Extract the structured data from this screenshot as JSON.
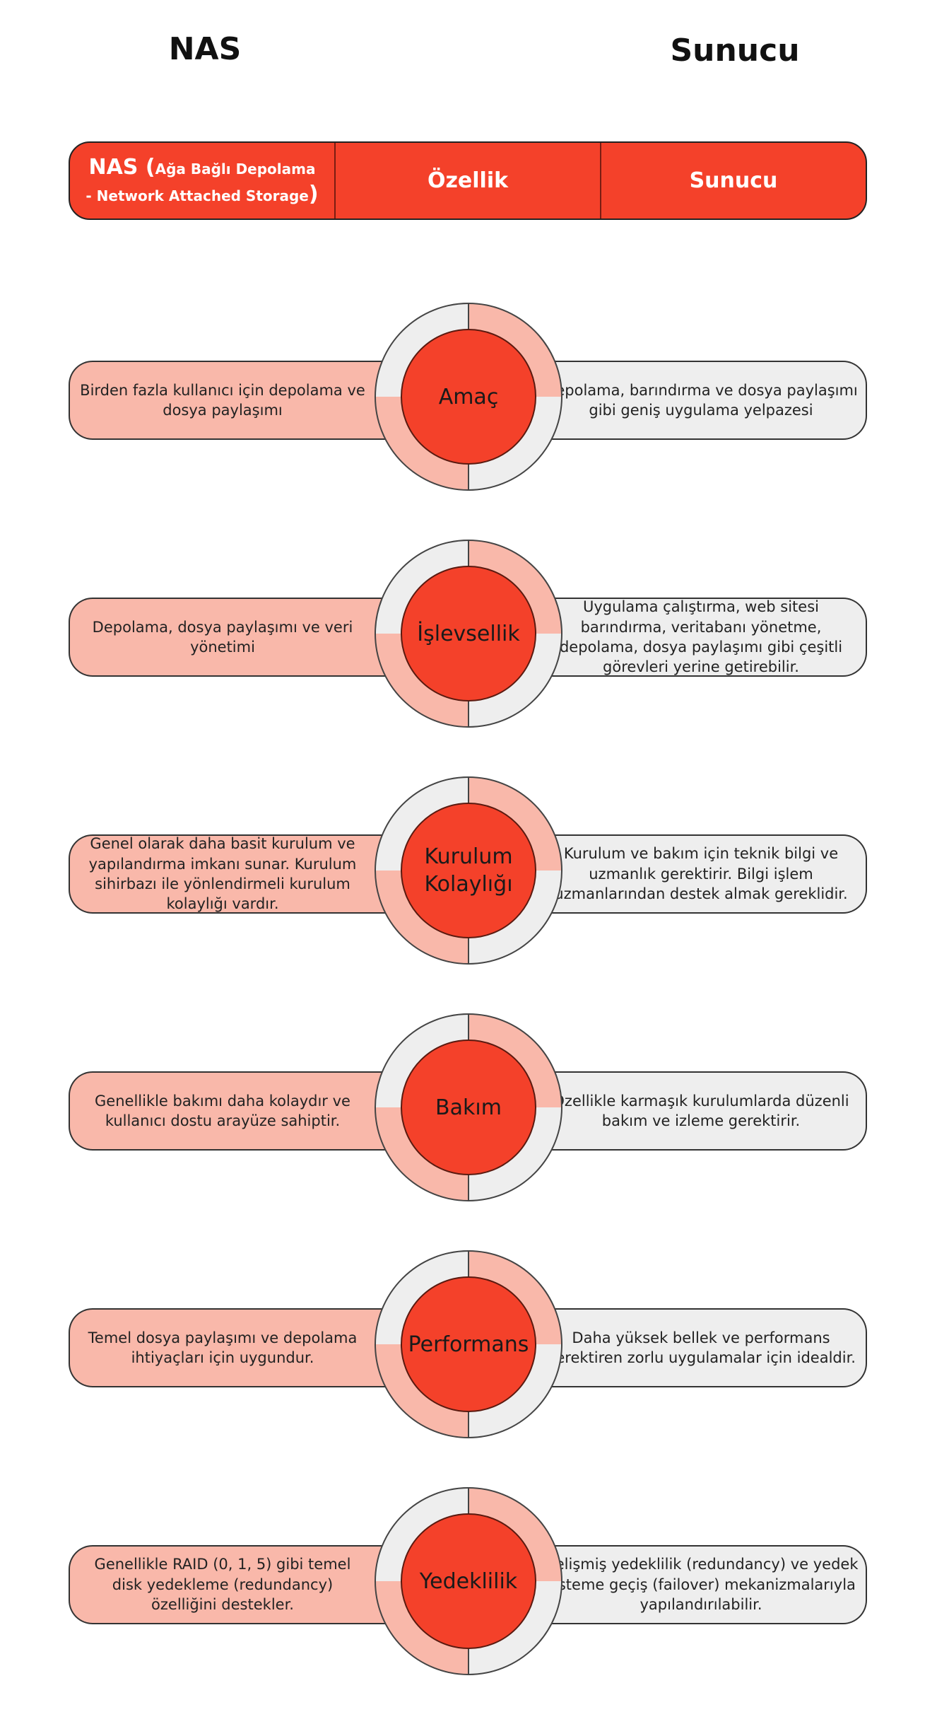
{
  "titles": {
    "left": "NAS",
    "right": "Sunucu"
  },
  "header": {
    "col1_main": "NAS",
    "col1_paren_open": "(",
    "col1_small": "Ağa Bağlı Depolama - Network Attached Storage",
    "col1_paren_close": ")",
    "col2": "Özellik",
    "col3": "Sunucu"
  },
  "rows": [
    {
      "feature": "Amaç",
      "nas": "Birden fazla kullanıcı için depolama ve dosya paylaşımı",
      "server": "Depolama, barındırma ve dosya paylaşımı gibi geniş uygulama yelpazesi"
    },
    {
      "feature": "İşlevsellik",
      "nas": "Depolama, dosya paylaşımı ve veri yönetimi",
      "server": "Uygulama çalıştırma, web sitesi barındırma, veritabanı yönetme, depolama, dosya paylaşımı gibi çeşitli görevleri yerine getirebilir."
    },
    {
      "feature": "Kurulum Kolaylığı",
      "nas": "Genel olarak daha basit kurulum ve yapılandırma imkanı sunar. Kurulum sihirbazı ile yönlendirmeli kurulum kolaylığı vardır.",
      "server": "Kurulum ve bakım için teknik bilgi ve uzmanlık gerektirir. Bilgi işlem uzmanlarından destek almak gereklidir."
    },
    {
      "feature": "Bakım",
      "nas": "Genellikle bakımı daha kolaydır ve kullanıcı dostu arayüze sahiptir.",
      "server": "Özellikle karmaşık kurulumlarda düzenli bakım ve izleme gerektirir."
    },
    {
      "feature": "Performans",
      "nas": "Temel dosya paylaşımı ve depolama ihtiyaçları için uygundur.",
      "server": "Daha yüksek bellek ve performans gerektiren zorlu uygulamalar için idealdir."
    },
    {
      "feature": "Yedeklilik",
      "nas": "Genellikle RAID (0, 1, 5) gibi temel disk yedekleme (redundancy) özelliğini destekler.",
      "server": "Gelişmiş yedeklilik (redundancy) ve yedek sisteme geçiş (failover) mekanizmalarıyla yapılandırılabilir."
    }
  ]
}
